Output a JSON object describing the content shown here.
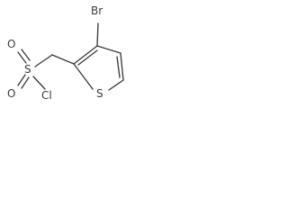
{
  "molecule": {
    "atoms": {
      "bromine": "Br",
      "sulfonyl_sulfur": "S",
      "oxygen_top": "O",
      "oxygen_bottom": "O",
      "chlorine": "Cl",
      "ring_sulfur": "S"
    }
  },
  "colors": {
    "bond": "#3c3c3c",
    "label": "#3c3c3c",
    "background": "#ffffff"
  }
}
